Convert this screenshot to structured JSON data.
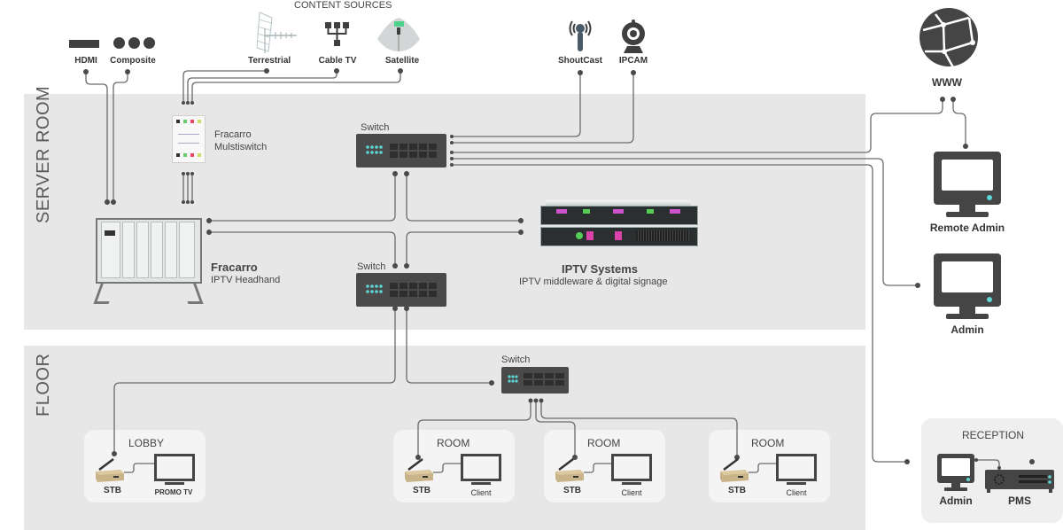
{
  "zones": {
    "server_room": "SERVER ROOM",
    "floor": "FLOOR"
  },
  "content_sources": {
    "title": "CONTENT SOURCES",
    "items": [
      "Terrestrial",
      "Cable TV",
      "Satellite"
    ]
  },
  "local_inputs": [
    "HDMI",
    "Composite"
  ],
  "streams": [
    "ShoutCast",
    "IPCAM"
  ],
  "internet": "WWW",
  "multiswitch": {
    "name": "Fracarro",
    "model": "Mulstiswitch"
  },
  "headend": {
    "name": "Fracarro",
    "model": "IPTV Headhand"
  },
  "switches": {
    "core": "Switch",
    "distribution": "Switch",
    "floor": "Switch"
  },
  "iptv_systems": {
    "title": "IPTV Systems",
    "subtitle": "IPTV middleware & digital signage"
  },
  "remote_admin": "Remote Admin",
  "admin": "Admin",
  "reception": {
    "title": "RECEPTION",
    "admin": "Admin",
    "pms": "PMS"
  },
  "lobby": {
    "title": "LOBBY",
    "stb": "STB",
    "tv": "PROMO TV"
  },
  "rooms": [
    {
      "title": "ROOM",
      "stb": "STB",
      "tv": "Client"
    },
    {
      "title": "ROOM",
      "stb": "STB",
      "tv": "Client"
    },
    {
      "title": "ROOM",
      "stb": "STB",
      "tv": "Client"
    }
  ],
  "colors": {
    "device_dark": "#4a4a4a",
    "accent_led": "#5ed6d6",
    "zone_bg": "#e7e7e7",
    "card_bg": "#f4f4f4",
    "wire": "#6b6b6b",
    "stb_gold": "#c9b48a"
  }
}
